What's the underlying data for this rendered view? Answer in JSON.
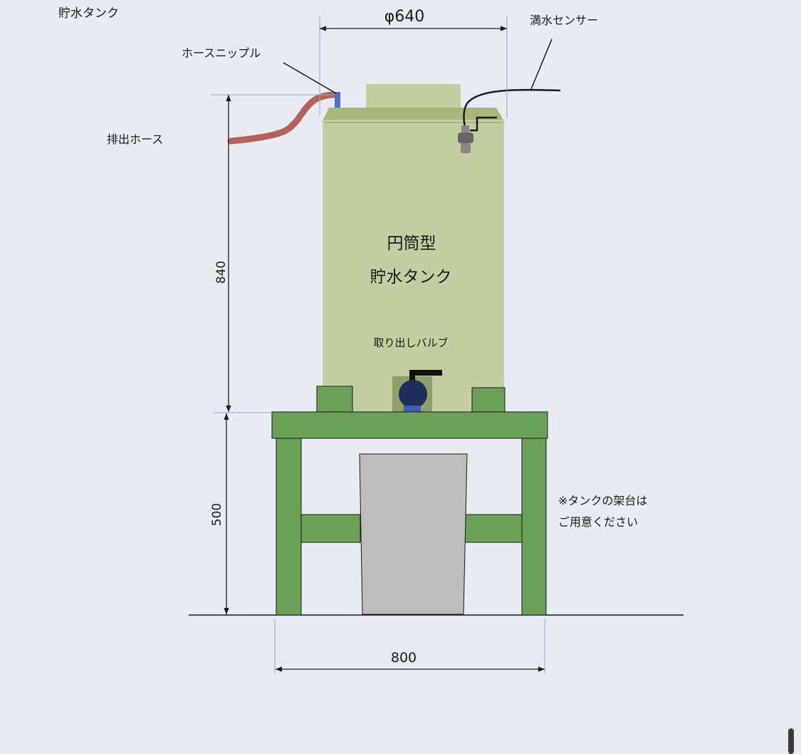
{
  "header": {
    "title": "貯水タンク"
  },
  "dimensions": {
    "diameter": "φ640",
    "height_tank": "840",
    "height_stand": "500",
    "width_stand": "800"
  },
  "labels": {
    "hose_nipple": "ホースニップル",
    "full_sensor": "満水センサー",
    "drain_hose": "排出ホース",
    "tank_line1": "円筒型",
    "tank_line2": "貯水タンク",
    "valve": "取り出しバルブ",
    "note_line1": "※タンクの架台は",
    "note_line2": "ご用意ください"
  },
  "colors": {
    "background": "#e8ecf2",
    "tank": "#c4cfa1",
    "tank_top": "#a8b67a",
    "stand": "#6aa156",
    "bucket": "#bdbdbd",
    "hose": "#b5625a",
    "nipple": "#4a73c2",
    "valve": "#1f2d5c",
    "dimension_line": "#1a1a1a"
  },
  "icons": {
    "sensor": "float-switch-icon",
    "valve": "ball-valve-icon"
  }
}
